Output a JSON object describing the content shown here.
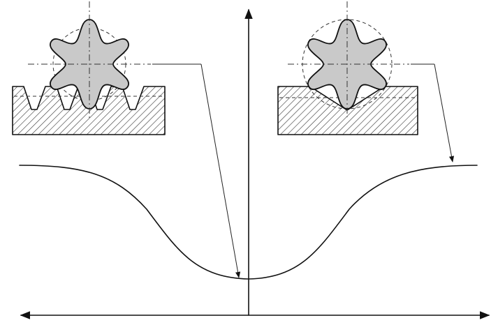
{
  "panels": {
    "left": {
      "rack_profile": "square-slots"
    },
    "right": {
      "rack_profile": "v-notches"
    }
  },
  "curve": {
    "shape": "inverted-bell"
  },
  "axes": {
    "horizontal": "double-arrow",
    "vertical": "up-arrow"
  }
}
